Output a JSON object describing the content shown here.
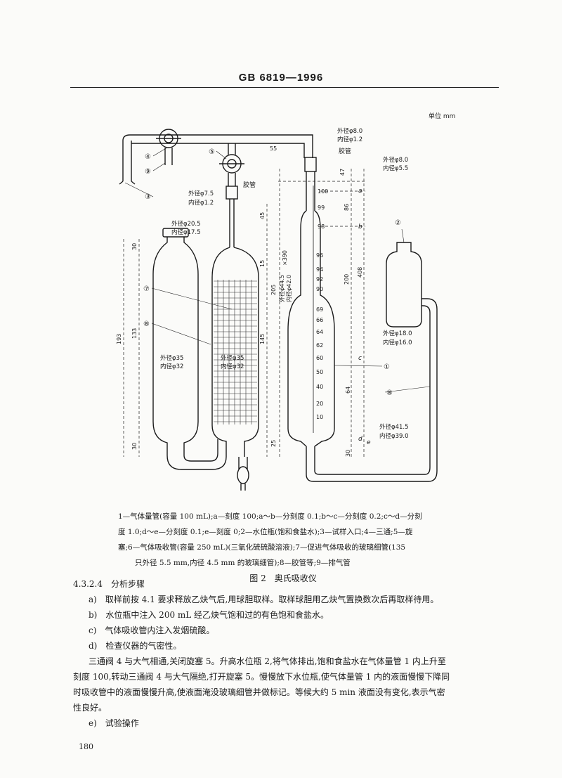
{
  "header": {
    "standard": "GB 6819—1996"
  },
  "figure": {
    "unit": "单位 mm",
    "labels": {
      "tube_top_od": "外径φ8.0",
      "tube_top_id": "内径φ1.2",
      "hose": "胶管",
      "burette_top_od": "外径φ8.0",
      "burette_top_id": "内径φ5.5",
      "cock_od": "外径φ7.5",
      "cock_id": "内径φ1.2",
      "neck_od": "外径φ20.5",
      "neck_id": "内径φ17.5",
      "tube_od": "外径φ35",
      "tube_id": "内径φ32",
      "tube_od2": "外径φ35",
      "tube_id2": "内径φ32",
      "burette_od": "外径φ44.5",
      "burette_id": "内径φ42.0",
      "times": "×390",
      "bottle_od": "外径φ18.0",
      "bottle_id": "内径φ16.0",
      "bulb_od": "外径φ41.5",
      "bulb_id": "内径φ39.0"
    },
    "dimensions": [
      "55",
      "47",
      "86",
      "200",
      "408",
      "45",
      "15",
      "205",
      "145",
      "25",
      "30",
      "133",
      "193",
      "30",
      "64",
      "30"
    ],
    "letters": [
      "a",
      "b",
      "c",
      "d",
      "e"
    ],
    "ticks": [
      "100",
      "99",
      "98",
      "96",
      "94",
      "92",
      "90",
      "69",
      "66",
      "64",
      "62",
      "60",
      "50",
      "40",
      "20",
      "10"
    ],
    "callouts": [
      "①",
      "②",
      "③",
      "④",
      "⑤",
      "⑦",
      "⑧",
      "⑧",
      "⑨"
    ]
  },
  "caption": {
    "lines": [
      "1—气体量管(容量 100 mL);a—刻度 100;a～b—分刻度 0.1;b～c—分刻度 0.2;c～d—分刻",
      "度 1.0;d～e—分刻度 0.1;e—刻度 0;2—水位瓶(饱和食盐水);3—试样入口;4—三通;5—旋",
      "塞;6—气体吸收管(容量 250 mL)(三氧化硫硫酸溶液);7—促进气体吸收的玻璃细管(135",
      "只外径 5.5 mm,内径 4.5 mm 的玻璃细管);8—胶管等;9—排气管"
    ],
    "figure_title": "图 2　奥氏吸收仪"
  },
  "section": {
    "heading": "4.3.2.4　分析步骤",
    "items": [
      "a)　取样前按 4.1 要求释放乙炔气后,用球胆取样。取样球胆用乙炔气置换数次后再取样待用。",
      "b)　水位瓶中注入 200 mL 经乙炔气饱和过的有色饱和食盐水。",
      "c)　气体吸收管内注入发烟硫酸。",
      "d)　检查仪器的气密性。"
    ],
    "paragraph_lines": [
      "三通阀 4 与大气相通,关闭旋塞 5。升高水位瓶 2,将气体排出,饱和食盐水在气体量管 1 内上升至",
      "刻度 100,转动三通阀 4 与大气隔绝,打开旋塞 5。慢慢放下水位瓶,使气体量管 1 内的液面慢慢下降同",
      "时吸收管中的液面慢慢升高,使液面淹没玻璃细管并做标记。等候大约 5 min 液面没有变化,表示气密",
      "性良好。"
    ],
    "item_e": "e)　试验操作"
  },
  "page_number": "180"
}
